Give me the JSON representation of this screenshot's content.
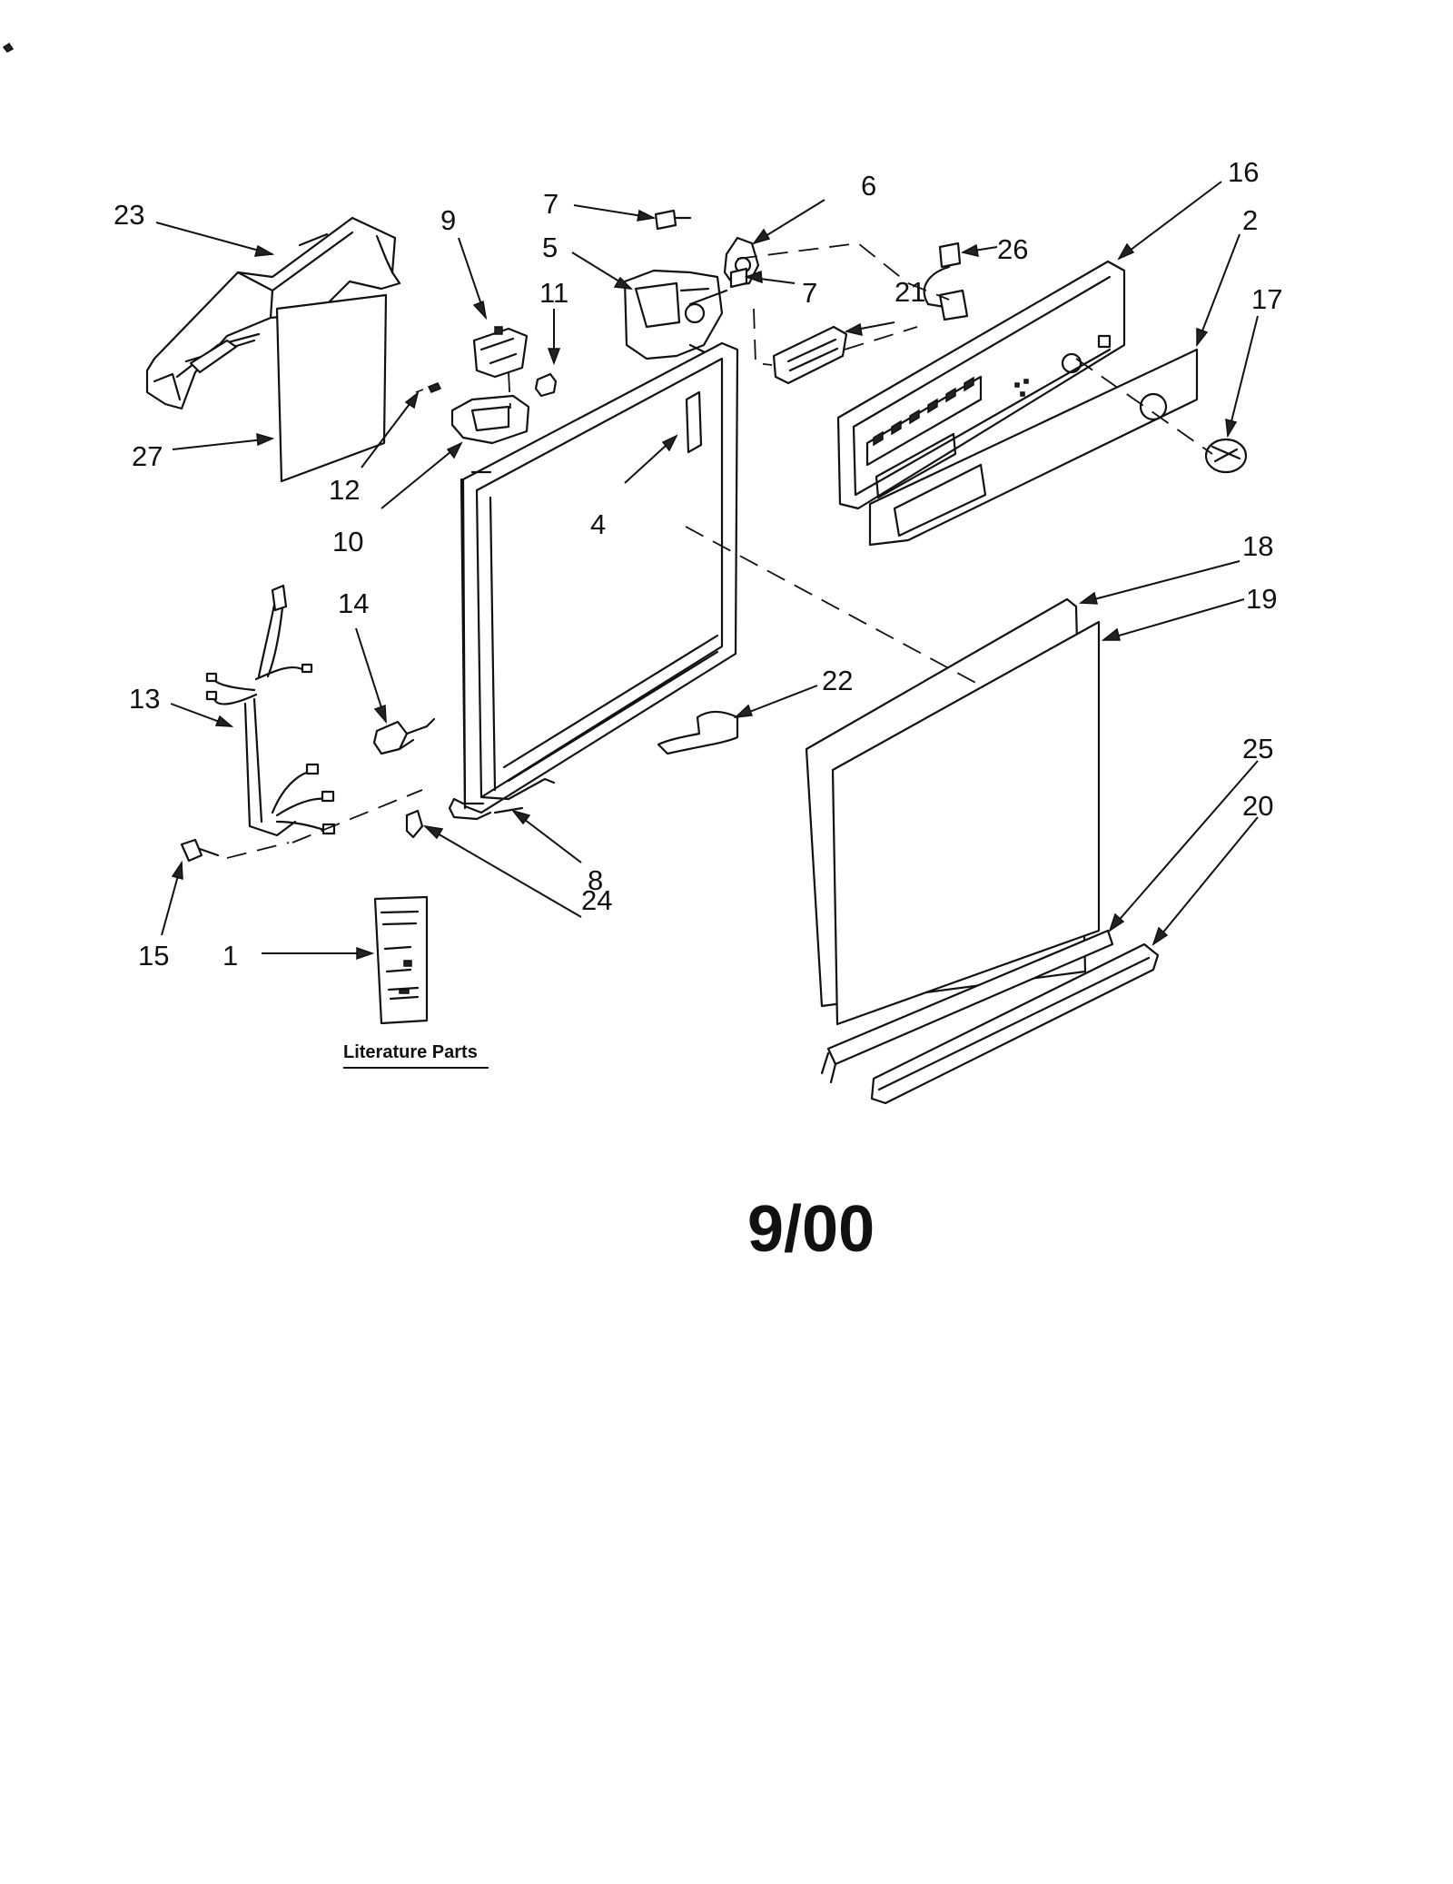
{
  "callouts": [
    {
      "id": "23",
      "text": "23"
    },
    {
      "id": "27",
      "text": "27"
    },
    {
      "id": "9",
      "text": "9"
    },
    {
      "id": "11",
      "text": "11"
    },
    {
      "id": "12",
      "text": "12"
    },
    {
      "id": "10",
      "text": "10"
    },
    {
      "id": "7a",
      "text": "7"
    },
    {
      "id": "5",
      "text": "5"
    },
    {
      "id": "6",
      "text": "6"
    },
    {
      "id": "7b",
      "text": "7"
    },
    {
      "id": "21",
      "text": "21"
    },
    {
      "id": "26",
      "text": "26"
    },
    {
      "id": "16",
      "text": "16"
    },
    {
      "id": "2",
      "text": "2"
    },
    {
      "id": "17",
      "text": "17"
    },
    {
      "id": "4",
      "text": "4"
    },
    {
      "id": "18",
      "text": "18"
    },
    {
      "id": "19",
      "text": "19"
    },
    {
      "id": "14",
      "text": "14"
    },
    {
      "id": "13",
      "text": "13"
    },
    {
      "id": "22",
      "text": "22"
    },
    {
      "id": "25",
      "text": "25"
    },
    {
      "id": "20",
      "text": "20"
    },
    {
      "id": "8",
      "text": "8"
    },
    {
      "id": "24",
      "text": "24"
    },
    {
      "id": "15",
      "text": "15"
    },
    {
      "id": "1",
      "text": "1"
    }
  ],
  "literature_caption": "Literature Parts",
  "revision_date": "9/00"
}
